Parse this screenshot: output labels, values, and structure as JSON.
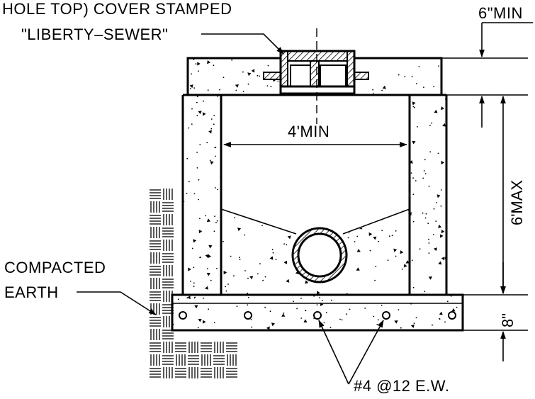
{
  "labels": {
    "cover_line1": "HOLE TOP) COVER STAMPED",
    "cover_line2": "\"LIBERTY–SEWER\"",
    "six_min": "6\"MIN",
    "four_min": "4'MIN",
    "six_max": "6'MAX",
    "eight_in": "8\"",
    "compacted": "COMPACTED",
    "earth": "EARTH",
    "rebar": "#4 @12 E.W."
  },
  "colors": {
    "line": "#000000",
    "background": "#ffffff"
  }
}
